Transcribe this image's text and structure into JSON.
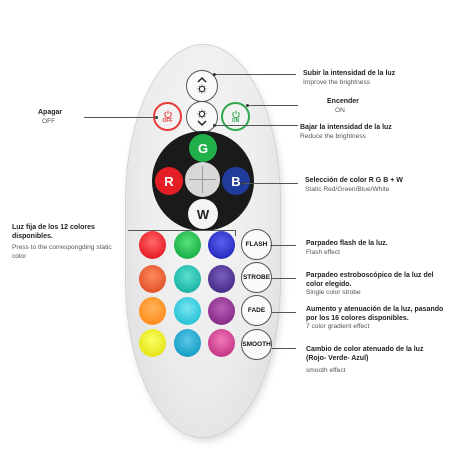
{
  "remote": {
    "power_off": "OFF",
    "power_on": "ON",
    "color_g": "G",
    "color_r": "R",
    "color_b": "B",
    "color_w": "W",
    "mode_flash": "FLASH",
    "mode_strobe": "STROBE",
    "mode_fade": "FADE",
    "mode_smooth": "SMOOTH",
    "off_color": "#e53935",
    "on_color": "#2fa84f",
    "swatches": [
      [
        "#e8202a",
        "#e4572e",
        "#ff8f1f",
        "#e6e61a"
      ],
      [
        "#1bb24a",
        "#1fb6a6",
        "#2bc4d6",
        "#1aa0c8"
      ],
      [
        "#2a2fc0",
        "#4a2f8a",
        "#8a2f8a",
        "#c83a8a"
      ]
    ]
  },
  "labels": {
    "brighter_title": "Subir la intensidad de la luz",
    "brighter_sub": "Improve the brightness",
    "on_title": "Encender",
    "on_sub": "ON",
    "dimmer_title": "Bajar la intensidad de la luz",
    "dimmer_sub": "Reduce  the brightness",
    "off_title": "Apagar",
    "off_sub": "OFF",
    "rgbw_title": "Selección de color R G B + W",
    "rgbw_sub": "Static Red/Green/Blue/White",
    "fixed_title": "Luz fija de los 12 colores disponibles.",
    "fixed_sub": "Press to the correspongding static color",
    "flash_title": "Parpadeo flash de la luz.",
    "flash_sub": "Flash effect",
    "strobe_title": "Parpadeo estroboscópico de la luz del color elegido.",
    "strobe_sub": "Single color strobe",
    "fade_title": "Aumento y atenuación de la luz, pasando por los 16 colores disponibles.",
    "fade_sub": "7 color gradient effect",
    "smooth_title": "Cambio de color atenuado de la luz (Rojo- Verde- Azul)",
    "smooth_sub": "smooth effect"
  }
}
